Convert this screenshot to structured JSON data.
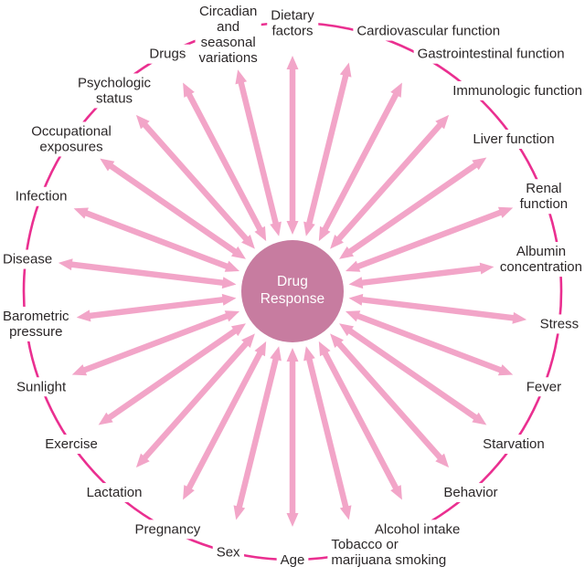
{
  "diagram": {
    "type": "radial-cycle",
    "center": {
      "label": "Drug Response"
    },
    "factors": [
      {
        "label": "Dietary factors",
        "lines": [
          "Dietary",
          "factors"
        ]
      },
      {
        "label": "Cardiovascular function",
        "lines": [
          "Cardiovascular function"
        ]
      },
      {
        "label": "Gastrointestinal function",
        "lines": [
          "Gastrointestinal function"
        ]
      },
      {
        "label": "Immunologic function",
        "lines": [
          "Immunologic function"
        ]
      },
      {
        "label": "Liver function",
        "lines": [
          "Liver function"
        ]
      },
      {
        "label": "Renal function",
        "lines": [
          "Renal",
          "function"
        ]
      },
      {
        "label": "Albumin concentration",
        "lines": [
          "Albumin",
          "concentration"
        ]
      },
      {
        "label": "Stress",
        "lines": [
          "Stress"
        ]
      },
      {
        "label": "Fever",
        "lines": [
          "Fever"
        ]
      },
      {
        "label": "Starvation",
        "lines": [
          "Starvation"
        ]
      },
      {
        "label": "Behavior",
        "lines": [
          "Behavior"
        ]
      },
      {
        "label": "Alcohol intake",
        "lines": [
          "Alcohol intake"
        ]
      },
      {
        "label": "Tobacco or marijuana smoking",
        "lines": [
          "Tobacco or",
          "marijuana smoking"
        ]
      },
      {
        "label": "Age",
        "lines": [
          "Age"
        ]
      },
      {
        "label": "Sex",
        "lines": [
          "Sex"
        ]
      },
      {
        "label": "Pregnancy",
        "lines": [
          "Pregnancy"
        ]
      },
      {
        "label": "Lactation",
        "lines": [
          "Lactation"
        ]
      },
      {
        "label": "Exercise",
        "lines": [
          "Exercise"
        ]
      },
      {
        "label": "Sunlight",
        "lines": [
          "Sunlight"
        ]
      },
      {
        "label": "Barometric pressure",
        "lines": [
          "Barometric",
          "pressure"
        ]
      },
      {
        "label": "Disease",
        "lines": [
          "Disease"
        ]
      },
      {
        "label": "Infection",
        "lines": [
          "Infection"
        ]
      },
      {
        "label": "Occupational exposures",
        "lines": [
          "Occupational",
          "exposures"
        ]
      },
      {
        "label": "Psychologic status",
        "lines": [
          "Psychologic",
          "status"
        ]
      },
      {
        "label": "Drugs",
        "lines": [
          "Drugs"
        ]
      },
      {
        "label": "Circadian and seasonal variations",
        "lines": [
          "Circadian",
          "and",
          "seasonal",
          "variations"
        ]
      }
    ],
    "colors": {
      "arrow": "#f2a5c8",
      "hub_fill": "#c77ca0",
      "ring": "#ea2f90",
      "label_text": "#2b2728",
      "hub_text": "#ffffff",
      "background": "#ffffff"
    }
  }
}
